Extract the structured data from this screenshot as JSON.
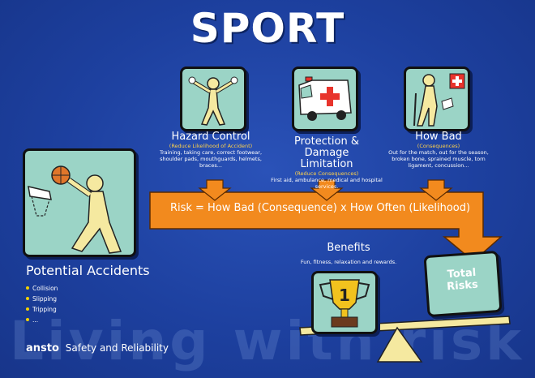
{
  "title": "SPORT",
  "watermark": "Living with risk",
  "controls": [
    {
      "title": "Hazard Control",
      "subtitle": "(Reduce Likelihood of Accident)",
      "desc": "Training, taking care, correct footwear, shoulder pads, mouthguards, helmets, braces...",
      "icon": "figure-icon"
    },
    {
      "title": "Protection & Damage Limitation",
      "subtitle": "(Reduce Consequences)",
      "desc": "First aid, ambulance, medical and hospital services.",
      "icon": "ambulance-icon"
    },
    {
      "title": "How Bad",
      "subtitle": "(Consequences)",
      "desc": "Out for the match, out for the season, broken bone, sprained muscle, torn ligament, concussion...",
      "icon": "injured-player-icon"
    }
  ],
  "risk_equation": "Risk = How Bad (Consequence) x How Often (Likelihood)",
  "potential_accidents": {
    "title": "Potential Accidents",
    "items": [
      "Collision",
      "Slipping",
      "Tripping",
      "..."
    ],
    "icon": "basketball-player-icon"
  },
  "benefits": {
    "title": "Benefits",
    "desc": "Fun, fitness, relaxation and rewards.",
    "icon": "trophy-icon"
  },
  "total_risks": {
    "line1": "Total",
    "line2": "Risks"
  },
  "footer": {
    "brand": "ansto",
    "text": "Safety and Reliability"
  },
  "colors": {
    "background": "#1d409f",
    "arrow": "#f28a1e",
    "icon_bg": "#9bd4c6",
    "figure": "#f5e9a0",
    "accent": "#ffd24a"
  }
}
